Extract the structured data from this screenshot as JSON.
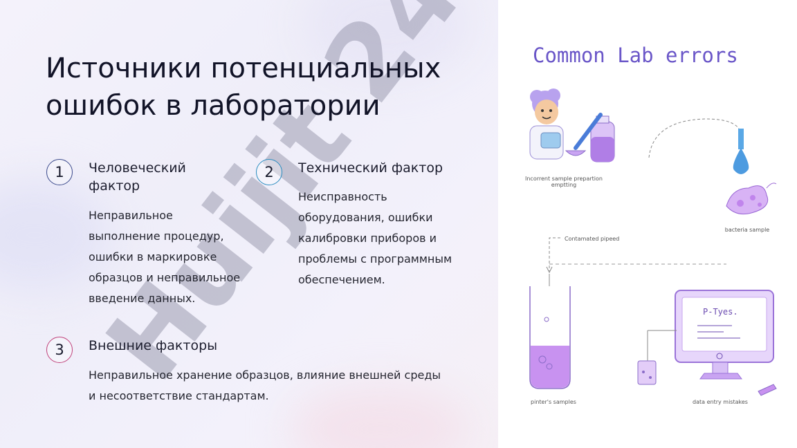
{
  "title": "Источники потенциальных ошибок в лаборатории",
  "sections": [
    {
      "number": "1",
      "heading": "Человеческий фактор",
      "text": "Неправильное выполнение процедур, ошибки в маркировке образцов и неправильное введение данных.",
      "color": "#3b4a8c"
    },
    {
      "number": "2",
      "heading": "Технический фактор",
      "text": "Неисправность оборудования, ошибки калибровки приборов и проблемы с программным обеспечением.",
      "color": "#2a8cc0"
    },
    {
      "number": "3",
      "heading": "Внешние факторы",
      "text": "Неправильное хранение образцов, влияние внешней среды и несоответствие стандартам.",
      "color": "#c0407a"
    }
  ],
  "illustration": {
    "title": "Common Lab errors",
    "captions": {
      "prep": "Incorrent sample prepartion emptting",
      "bacteria": "bacteria sample",
      "pipette": "Contamated pipeed",
      "samples": "pinter's samples",
      "entry": "data entry mistakes"
    },
    "screen_text": "P-Tyes.",
    "accent": "#b37fe6"
  },
  "watermark": {
    "text": "Huijit 24",
    "color": "#8a8aa0"
  }
}
